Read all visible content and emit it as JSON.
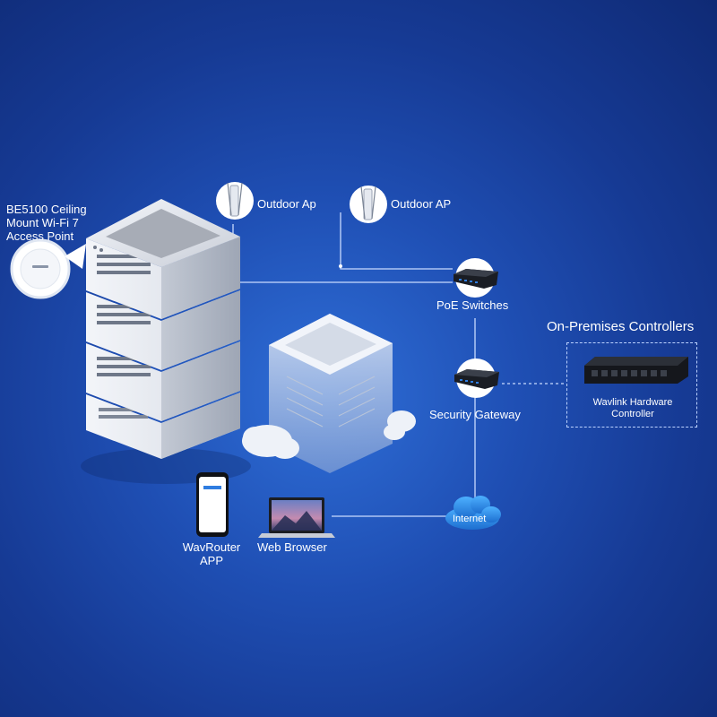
{
  "labels": {
    "ceiling_ap": [
      "BE5100 Ceiling",
      "Mount Wi-Fi 7",
      "Access Point"
    ],
    "outdoor_ap_1": "Outdoor Ap",
    "outdoor_ap_2": "Outdoor AP",
    "poe_switches": "PoE Switches",
    "security_gateway": "Security Gateway",
    "onprem_title": "On-Premises Controllers",
    "controller": [
      "Wavlink Hardware",
      "Controller"
    ],
    "internet": "Internet",
    "app": [
      "WavRouter",
      "APP"
    ],
    "web_browser": "Web Browser"
  },
  "colors": {
    "background": "#1f4fb4",
    "connector": "#c9dbff",
    "cloud": "#2a8ee8",
    "device_dark": "#1a1d24",
    "port_blue": "#2f7de0"
  }
}
